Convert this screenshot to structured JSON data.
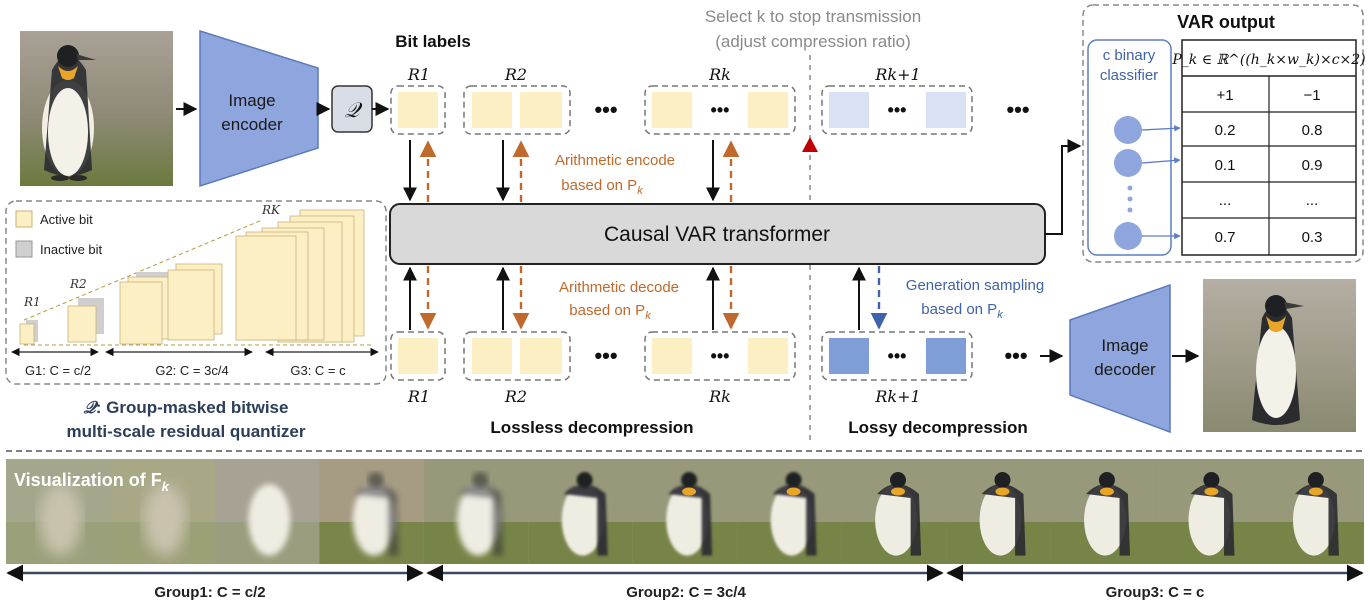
{
  "bit_labels": "Bit labels",
  "select_k_line1": "Select k to stop transmission",
  "select_k_line2": "(adjust compression ratio)",
  "var_output_title": "VAR output",
  "classifier_line1": "c binary",
  "classifier_line2": "classifier",
  "prob_matrix_header": "P_k ∈ ℝ^((h_k×w_k)×c×2)",
  "prob_table": {
    "headers": [
      "+1",
      "−1"
    ],
    "rows": [
      [
        "0.2",
        "0.8"
      ],
      [
        "0.1",
        "0.9"
      ],
      [
        "...",
        "..."
      ],
      [
        "0.7",
        "0.3"
      ]
    ]
  },
  "image_encoder_line1": "Image",
  "image_encoder_line2": "encoder",
  "image_decoder_line1": "Image",
  "image_decoder_line2": "decoder",
  "quantizer_symbol": "𝒬",
  "transformer_label": "Causal VAR transformer",
  "arith_encode_line1": "Arithmetic encode",
  "arith_encode_line2": "based on P",
  "arith_decode_line1": "Arithmetic decode",
  "arith_decode_line2": "based on P",
  "gen_sampling_line1": "Generation sampling",
  "gen_sampling_line2": "based on P",
  "subscript_k": "k",
  "top_labels": [
    "R1",
    "R2",
    "Rk",
    "Rk+1"
  ],
  "bottom_labels": [
    "R1",
    "R2",
    "Rk",
    "Rk+1"
  ],
  "ellipsis": "•••",
  "legend_active": "Active bit",
  "legend_inactive": "Inactive bit",
  "legend_labels": [
    "R1",
    "R2",
    "RK"
  ],
  "group_captions": [
    "G1: C = c/2",
    "G2: C = 3c/4",
    "G3: C = c"
  ],
  "quantizer_caption_line1": ": Group-masked bitwise",
  "quantizer_caption_line2": "multi-scale residual quantizer",
  "lossless_label": "Lossless decompression",
  "lossy_label": "Lossy decompression",
  "visualization_label": "Visualization of F",
  "group_bar_labels": [
    "Group1: C = c/2",
    "Group2: C = 3c/4",
    "Group3: C = c"
  ],
  "colors": {
    "active_bit": "#fcefc4",
    "inactive_bit": "#cfcfcf",
    "light_blue_bit": "#d9e2f5",
    "blue_bit": "#7f9ed8",
    "encoder_fill": "#8ea6dd",
    "transformer_fill": "#d9d9d9",
    "orange": "#c0692c",
    "blue_text": "#3f63a8",
    "dark": "#222222",
    "red_marker": "#c00000"
  }
}
